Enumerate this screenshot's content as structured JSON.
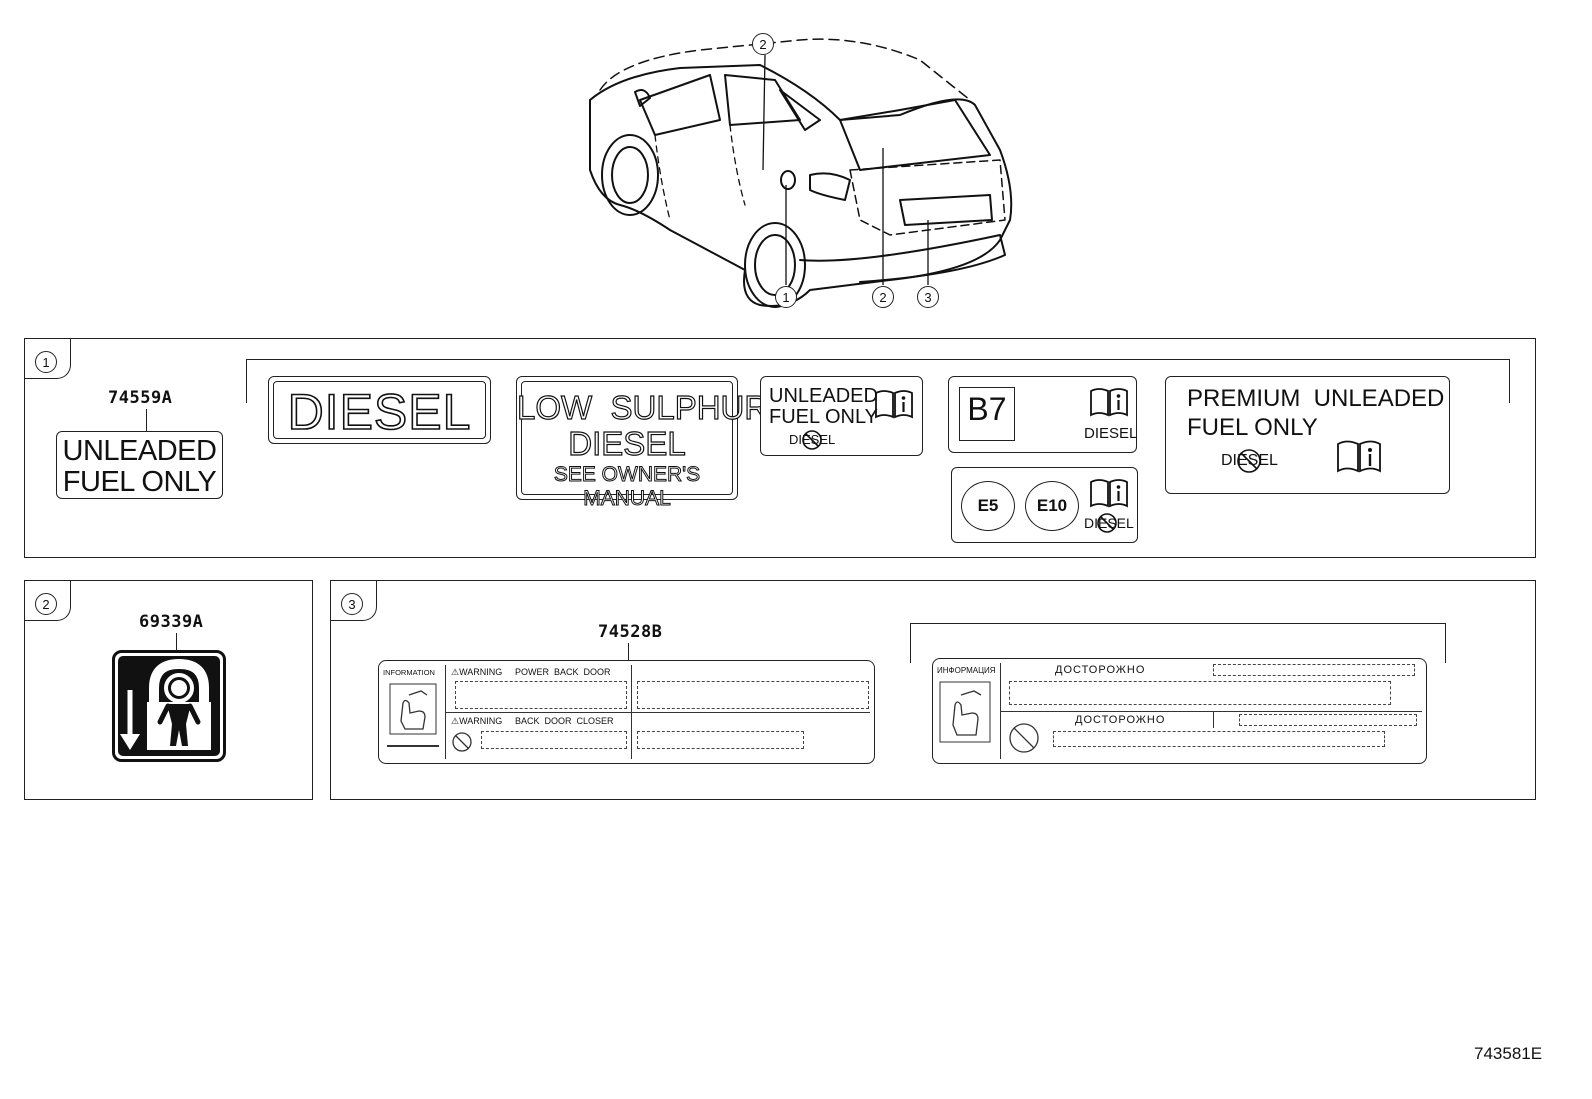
{
  "callouts": {
    "c1": "1",
    "c2": "2",
    "c3": "3"
  },
  "figure_id": "743581E",
  "sections": {
    "s1": {
      "number": "1",
      "part_no": "74559A",
      "labels": {
        "unleaded": {
          "line1": "UNLEADED",
          "line2": "FUEL ONLY"
        },
        "diesel": {
          "text": "DIESEL"
        },
        "low_sulphur": {
          "line1": "LOW  SULPHUR",
          "line2": "DIESEL",
          "line3": "SEE OWNER'S MANUAL"
        },
        "unleaded_small": {
          "line1": "UNLEADED",
          "line2": "FUEL ONLY",
          "crossed": "DIESEL"
        },
        "b7": {
          "code": "B7",
          "sub": "DIESEL"
        },
        "e5e10": {
          "e5": "E5",
          "e10": "E10",
          "crossed": "DIESEL"
        },
        "premium": {
          "line1": "PREMIUM  UNLEADED",
          "line2": "FUEL ONLY",
          "crossed": "DIESEL"
        }
      }
    },
    "s2": {
      "number": "2",
      "part_no": "69339A"
    },
    "s3": {
      "number": "3",
      "part_no": "74528B",
      "label_en": {
        "info": "INFORMATION",
        "warn1": "⚠WARNING",
        "title1": "POWER  BACK  DOOR",
        "warn2": "⚠WARNING",
        "title2": "BACK  DOOR  CLOSER"
      },
      "label_ru": {
        "info": "ИНФОРМАЦИЯ",
        "warn1": "ДОСТОРОЖНО",
        "warn2": "ДОСТОРОЖНО"
      }
    }
  }
}
